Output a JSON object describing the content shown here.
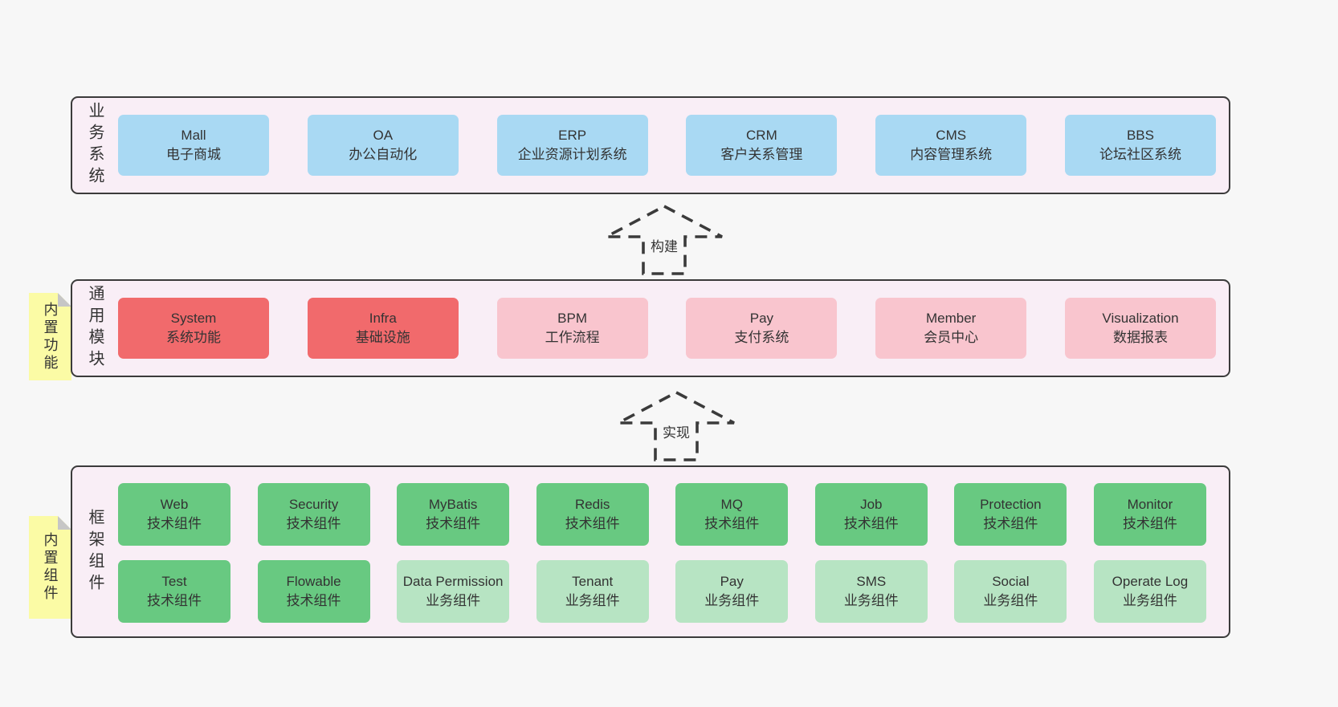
{
  "colors": {
    "page_bg": "#f7f7f7",
    "panel_bg": "#f9eef6",
    "panel_border": "#3b3b3b",
    "blue": "#a9d9f3",
    "red": "#f16a6c",
    "pink": "#f9c5ce",
    "green": "#68c981",
    "lightgreen": "#b7e4c3",
    "tab_yellow": "#fbfba5",
    "fold_gray": "#c6c6c6",
    "text": "#333333"
  },
  "layers": [
    {
      "label": "业务系统",
      "tab": null,
      "rows": [
        [
          {
            "name": "Mall",
            "desc": "电子商城",
            "variant": "blue"
          },
          {
            "name": "OA",
            "desc": "办公自动化",
            "variant": "blue"
          },
          {
            "name": "ERP",
            "desc": "企业资源计划系统",
            "variant": "blue"
          },
          {
            "name": "CRM",
            "desc": "客户关系管理",
            "variant": "blue"
          },
          {
            "name": "CMS",
            "desc": "内容管理系统",
            "variant": "blue"
          },
          {
            "name": "BBS",
            "desc": "论坛社区系统",
            "variant": "blue"
          }
        ]
      ]
    },
    {
      "label": "通用模块",
      "tab": "内置功能",
      "rows": [
        [
          {
            "name": "System",
            "desc": "系统功能",
            "variant": "red"
          },
          {
            "name": "Infra",
            "desc": "基础设施",
            "variant": "red"
          },
          {
            "name": "BPM",
            "desc": "工作流程",
            "variant": "pink"
          },
          {
            "name": "Pay",
            "desc": "支付系统",
            "variant": "pink"
          },
          {
            "name": "Member",
            "desc": "会员中心",
            "variant": "pink"
          },
          {
            "name": "Visualization",
            "desc": "数据报表",
            "variant": "pink"
          }
        ]
      ]
    },
    {
      "label": "框架组件",
      "tab": "内置组件",
      "rows": [
        [
          {
            "name": "Web",
            "desc": "技术组件",
            "variant": "green"
          },
          {
            "name": "Security",
            "desc": "技术组件",
            "variant": "green"
          },
          {
            "name": "MyBatis",
            "desc": "技术组件",
            "variant": "green"
          },
          {
            "name": "Redis",
            "desc": "技术组件",
            "variant": "green"
          },
          {
            "name": "MQ",
            "desc": "技术组件",
            "variant": "green"
          },
          {
            "name": "Job",
            "desc": "技术组件",
            "variant": "green"
          },
          {
            "name": "Protection",
            "desc": "技术组件",
            "variant": "green"
          },
          {
            "name": "Monitor",
            "desc": "技术组件",
            "variant": "green"
          }
        ],
        [
          {
            "name": "Test",
            "desc": "技术组件",
            "variant": "green"
          },
          {
            "name": "Flowable",
            "desc": "技术组件",
            "variant": "green"
          },
          {
            "name": "Data Permission",
            "desc": "业务组件",
            "variant": "lightgreen"
          },
          {
            "name": "Tenant",
            "desc": "业务组件",
            "variant": "lightgreen"
          },
          {
            "name": "Pay",
            "desc": "业务组件",
            "variant": "lightgreen"
          },
          {
            "name": "SMS",
            "desc": "业务组件",
            "variant": "lightgreen"
          },
          {
            "name": "Social",
            "desc": "业务组件",
            "variant": "lightgreen"
          },
          {
            "name": "Operate Log",
            "desc": "业务组件",
            "variant": "lightgreen"
          }
        ]
      ]
    }
  ],
  "arrows": [
    {
      "label": "构建"
    },
    {
      "label": "实现"
    }
  ]
}
